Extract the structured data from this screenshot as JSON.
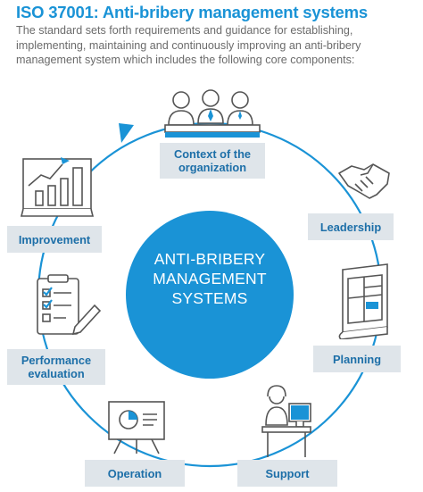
{
  "header": {
    "title": "ISO 37001: Anti-bribery management systems",
    "intro": "The standard sets forth requirements and guidance for establishing, implementing, maintaining and continuously improving an anti-bribery management system which includes the following core components:"
  },
  "center": {
    "line1": "ANTI-BRIBERY",
    "line2": "MANAGEMENT",
    "line3": "SYSTEMS"
  },
  "components": {
    "context": {
      "line1": "Context of the",
      "line2": "organization",
      "icon": "people-icon"
    },
    "leadership": {
      "label": "Leadership",
      "icon": "handshake-icon"
    },
    "planning": {
      "label": "Planning",
      "icon": "blueprint-icon"
    },
    "support": {
      "label": "Support",
      "icon": "support-desk-icon"
    },
    "operation": {
      "label": "Operation",
      "icon": "presentation-icon"
    },
    "performance": {
      "line1": "Performance",
      "line2": "evaluation",
      "icon": "checklist-icon"
    },
    "improvement": {
      "label": "Improvement",
      "icon": "growth-chart-icon"
    }
  },
  "colors": {
    "accent": "#1a93d6",
    "label_bg": "#dfe5ea",
    "label_text": "#1d6fa8",
    "icon_line": "#555555"
  }
}
